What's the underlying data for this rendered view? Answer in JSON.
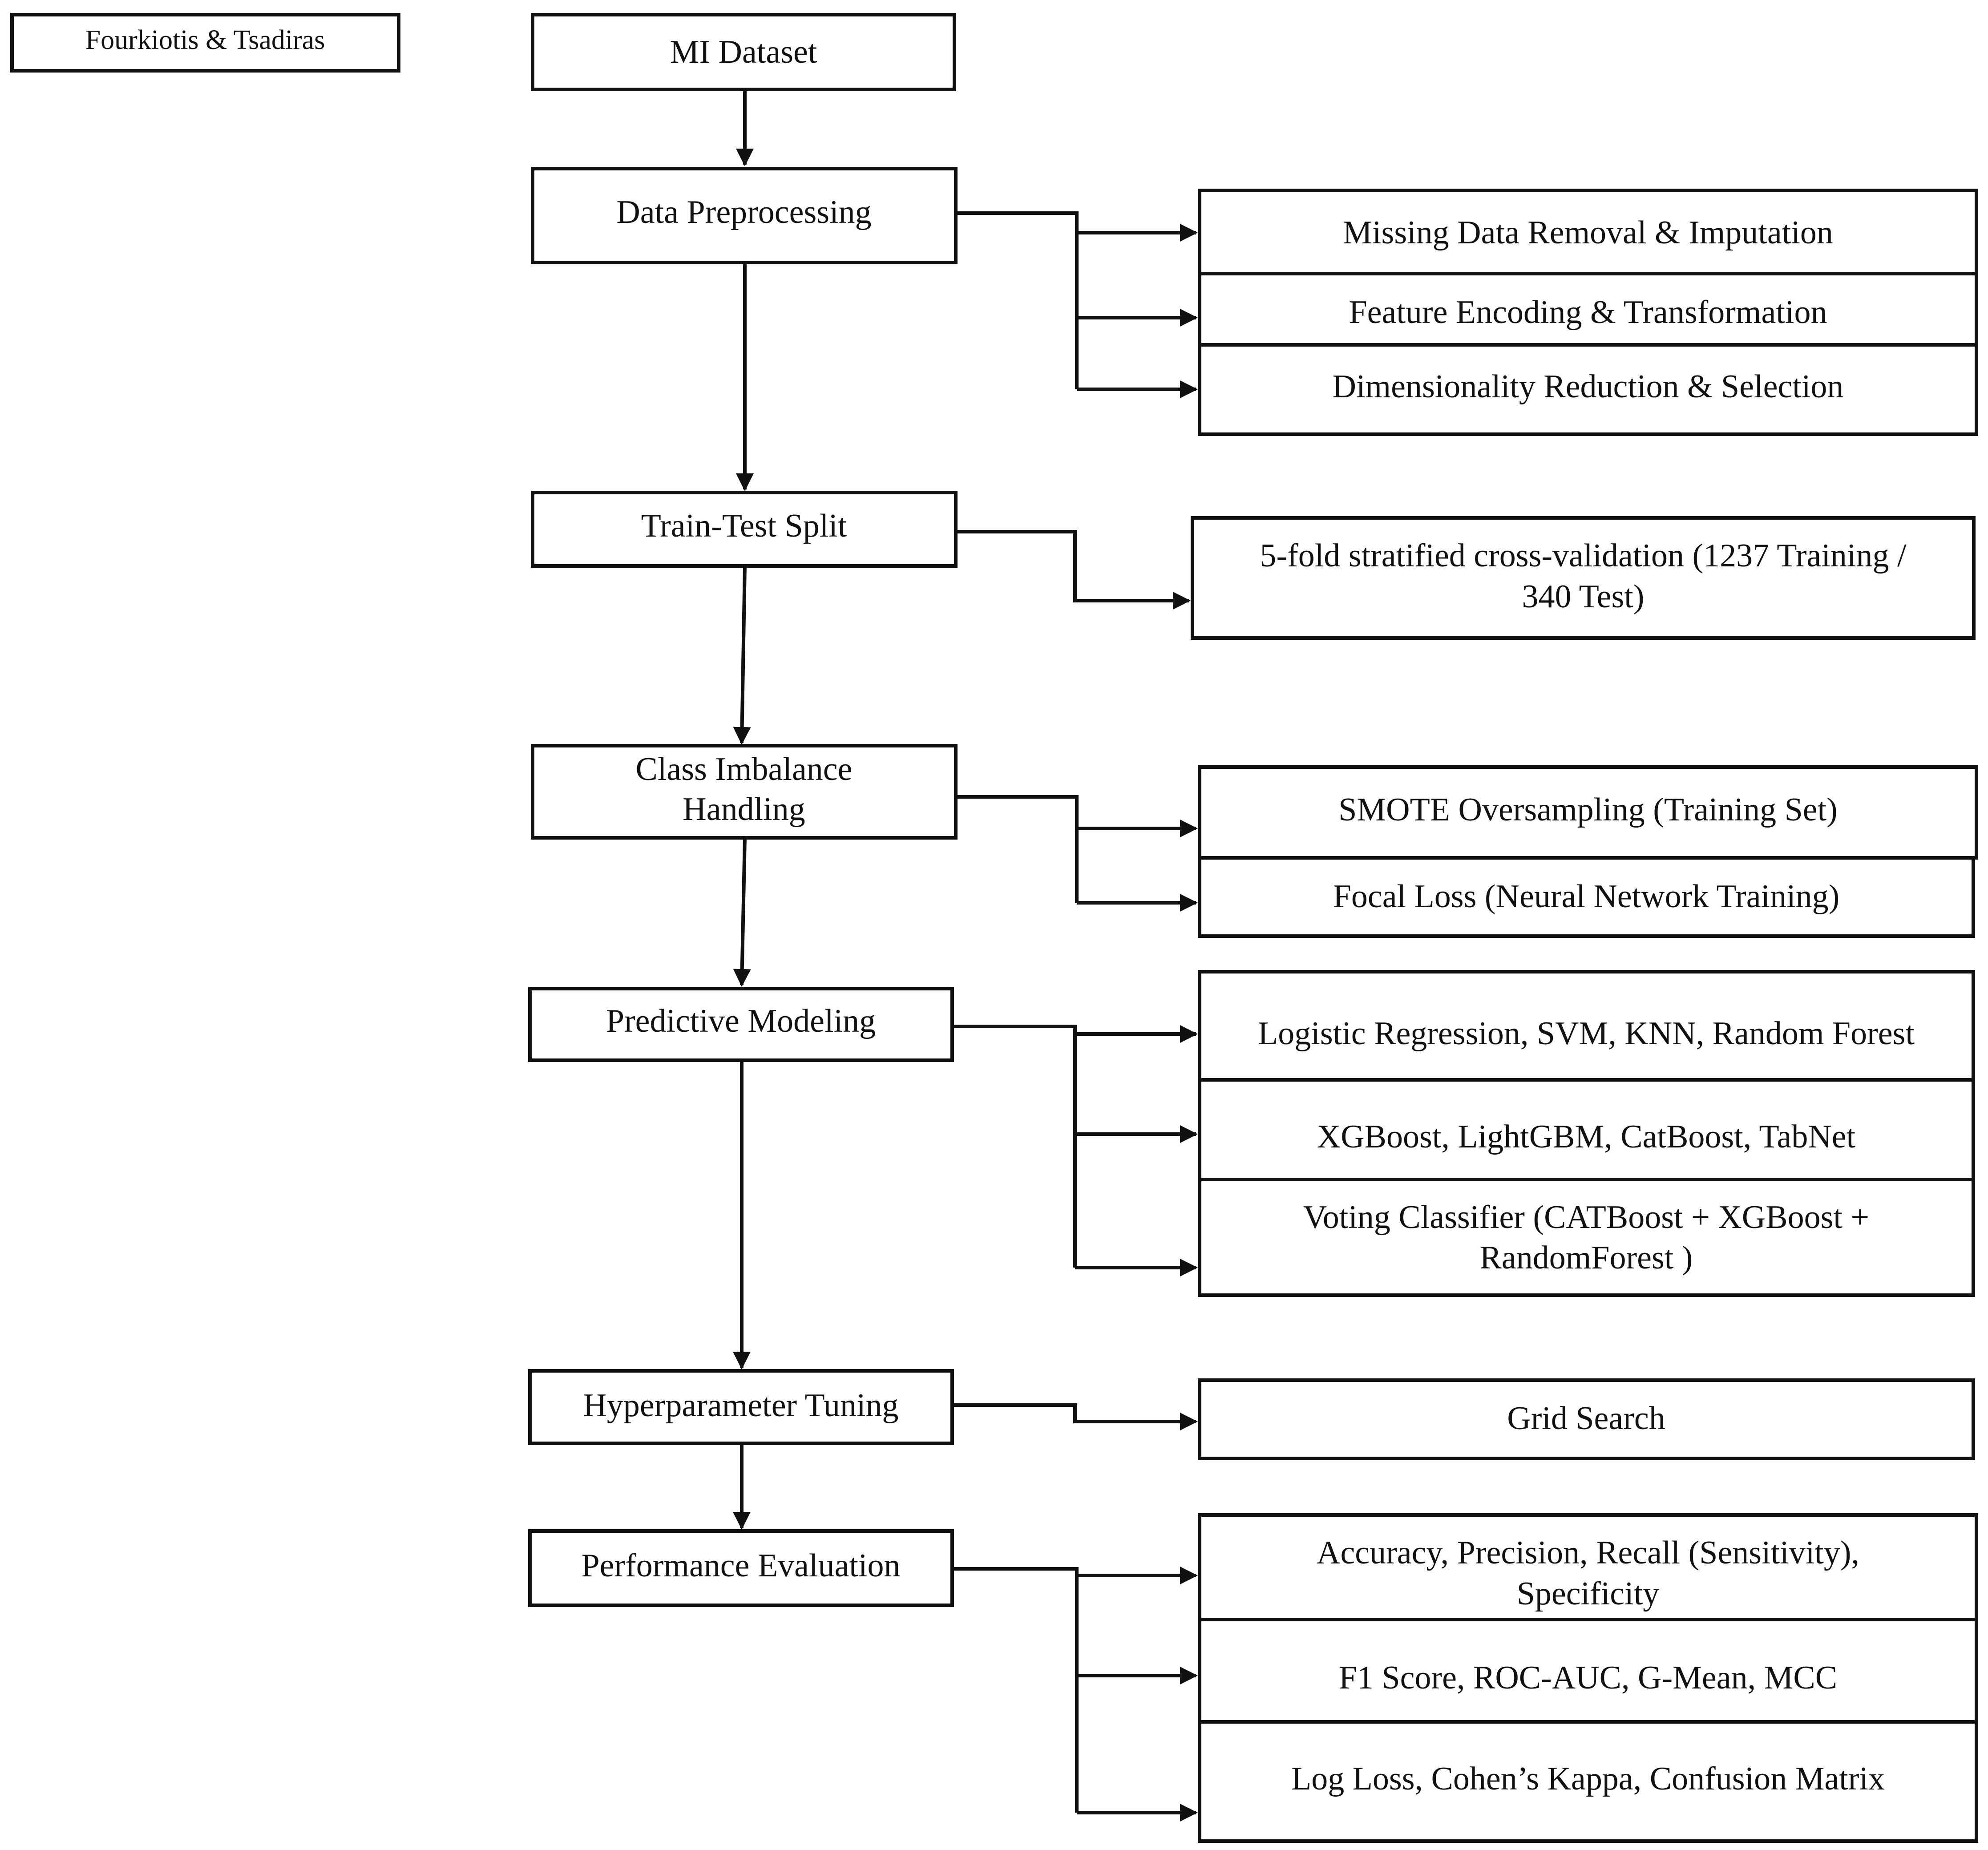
{
  "author_tag": "Fourkiotis & Tsadiras",
  "steps": [
    {
      "label": "MI Dataset"
    },
    {
      "label": "Data Preprocessing"
    },
    {
      "label": "Train-Test Split"
    },
    {
      "label_lines": [
        "Class Imbalance",
        "Handling"
      ]
    },
    {
      "label": "Predictive Modeling"
    },
    {
      "label": "Hyperparameter Tuning"
    },
    {
      "label": "Performance Evaluation"
    }
  ],
  "details": {
    "preprocessing": [
      "Missing Data Removal & Imputation",
      "Feature Encoding & Transformation",
      "Dimensionality Reduction & Selection"
    ],
    "split": [
      "5-fold stratified cross-validation (1237 Training /",
      "340 Test)"
    ],
    "imbalance": [
      "SMOTE Oversampling (Training Set)",
      "Focal Loss (Neural Network Training)"
    ],
    "modeling": [
      "Logistic Regression, SVM, KNN, Random Forest",
      "XGBoost, LightGBM, CatBoost, TabNet",
      [
        "Voting Classifier (CATBoost + XGBoost +",
        "RandomForest )"
      ]
    ],
    "tuning": [
      "Grid Search"
    ],
    "evaluation": [
      [
        "Accuracy, Precision, Recall (Sensitivity),",
        "Specificity"
      ],
      "F1 Score, ROC-AUC, G-Mean, MCC",
      "Log Loss, Cohen’s Kappa, Confusion Matrix"
    ]
  }
}
